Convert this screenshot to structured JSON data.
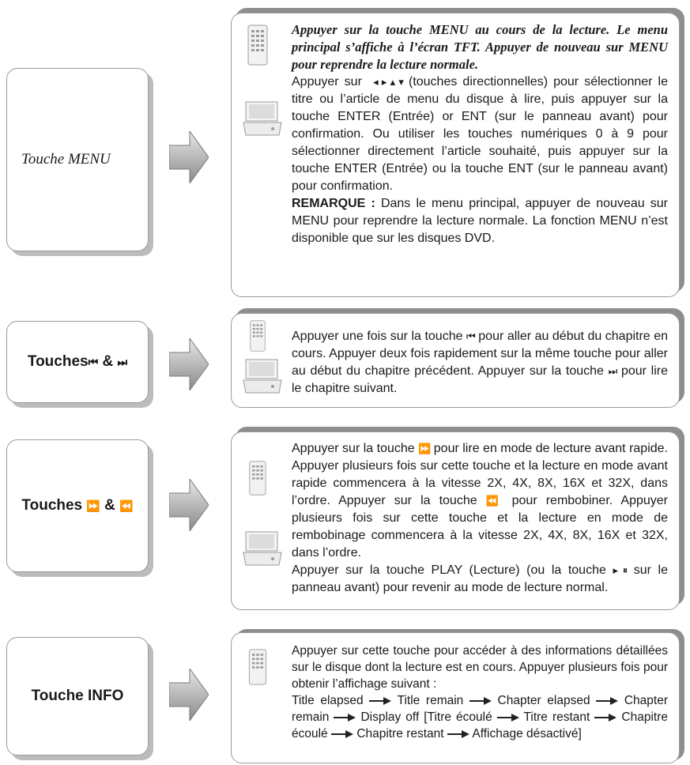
{
  "rows": [
    {
      "label": "Touche MENU",
      "intro": "Appuyer sur la touche MENU au cours de la lecture. Le menu principal s’affiche à l’écran TFT. Appuyer de nouveau sur MENU pour reprendre la lecture normale.",
      "p1_a": "Appuyer sur",
      "p1_glyphs": "◂ ▸ ▴ ▾",
      "p1_b": "(touches directionnelles) pour sélectionner le titre ou l’article de menu du disque à lire, puis appuyer sur la touche ENTER (Entrée) or ENT (sur le panneau avant) pour confirmation. Ou utiliser les touches numériques 0 à 9 pour sélectionner directement l’article souhaité, puis appuyer sur la touche ENTER (Entrée) ou la touche ENT (sur le panneau avant) pour confirmation.",
      "note_label": "REMARQUE :",
      "note_text": "Dans le menu principal, appuyer de nouveau sur MENU pour reprendre la lecture normale. La fonction MENU n’est disponible que sur les disques DVD."
    },
    {
      "label_prefix": "Touches",
      "label_glyph_a": "⏮",
      "label_amp": "&",
      "label_glyph_b": "⏭",
      "t1": "Appuyer une fois sur la touche",
      "g1": "⏮",
      "t2": "pour aller au début du chapitre en cours. Appuyer deux fois rapidement sur la même touche pour aller au début du chapitre précédent. Appuyer sur la touche",
      "g2": "⏭",
      "t3": "pour lire le chapitre suivant."
    },
    {
      "label_prefix": "Touches",
      "label_glyph_a": "⏩",
      "label_amp": "&",
      "label_glyph_b": "⏪",
      "t1": "Appuyer sur la touche",
      "g1": "⏩",
      "t2": "pour lire en mode de lecture avant rapide. Appuyer plusieurs fois sur cette touche et la lecture en mode avant rapide commencera à la vitesse 2X, 4X, 8X, 16X et 32X, dans l’ordre. Appuyer sur la touche",
      "g2": "⏪",
      "t3": "pour rembobiner. Appuyer plusieurs fois sur cette touche et la lecture en mode de rembobinage commencera à la vitesse 2X, 4X, 8X, 16X et 32X, dans l’ordre.",
      "t4": "Appuyer sur la touche PLAY (Lecture) (ou la touche",
      "g3": "▸ ⏸",
      "t5": "sur le panneau avant) pour revenir au mode de lecture normal."
    },
    {
      "label": "Touche INFO",
      "t1": "Appuyer sur cette touche pour accéder à des informations détaillées sur le disque dont la lecture est en cours. Appuyer plusieurs fois pour obtenir l’affichage suivant :",
      "seq": [
        "Title elapsed",
        "Title remain",
        "Chapter elapsed",
        "Chapter remain",
        "Display off [Titre écoulé",
        "Titre restant",
        "Chapitre écoulé",
        "Chapitre restant",
        "Affichage désactivé]"
      ]
    }
  ]
}
